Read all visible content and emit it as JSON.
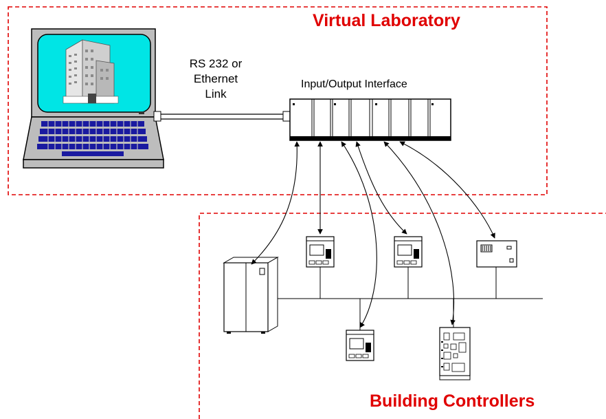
{
  "labels": {
    "virtual_lab": "Virtual Laboratory",
    "building_controllers": "Building Controllers",
    "link_line1": "RS 232 or",
    "link_line2": "Ethernet",
    "link_line3": "Link",
    "io_interface": "Input/Output Interface"
  },
  "colors": {
    "region_border": "#e00000",
    "title_text": "#e00000",
    "screen": "#00e5e5",
    "laptop_body": "#bdbdbd",
    "keys": "#1a1aa0"
  },
  "icons": [
    "laptop-icon",
    "building-icon",
    "io-rack-icon",
    "floor-cabinet-icon",
    "thermostat-controller-icon",
    "dial-controller-icon",
    "circuit-board-icon"
  ]
}
